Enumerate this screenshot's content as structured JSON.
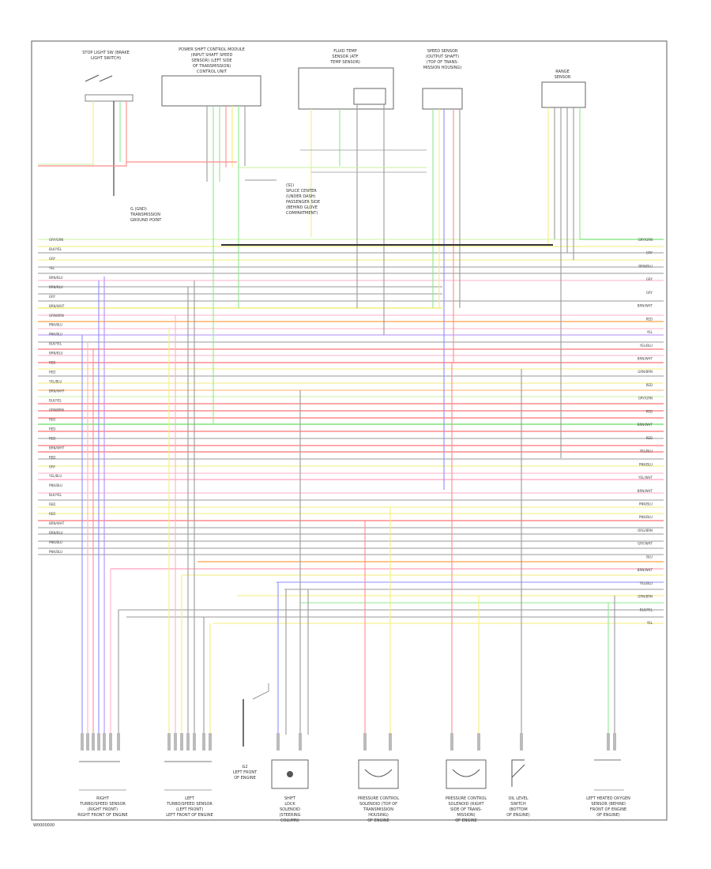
{
  "diagram": {
    "footer_code": "W0000000",
    "colors": {
      "yellow": "#f2ee7a",
      "red": "#ff8c8c",
      "green": "#8ee88e",
      "blue": "#8c8cff",
      "gray": "#999999",
      "black": "#333333",
      "orange": "#ffb066",
      "pink": "#ffb0c8",
      "lightgreen": "#c8f0a0",
      "violet": "#b08cff"
    },
    "top_components": [
      {
        "id": "brake-light-switch",
        "lines": [
          "STOP LIGHT SW (BRAKE",
          "LIGHT SWITCH)"
        ]
      },
      {
        "id": "powertrain-control-module",
        "lines": [
          "POWER SHIFT CONTROL MODULE",
          "(INPUT SHAFT SPEED",
          "SENSOR) (LEFT SIDE",
          "OF TRANSMISSION)",
          "CONTROL UNIT"
        ]
      },
      {
        "id": "fluid-temp-sensor",
        "lines": [
          "FLUID TEMP",
          "SENSOR (ATF",
          "TEMP SENSOR)"
        ]
      },
      {
        "id": "output-speed-sensor",
        "lines": [
          "SPEED SENSOR",
          "(OUTPUT SHAFT)",
          "(TOP OF TRANS-",
          "MISSION HOUSING)"
        ]
      },
      {
        "id": "range-sensor",
        "lines": [
          "RANGE",
          "SENSOR"
        ]
      }
    ],
    "notes": [
      {
        "id": "ground-note",
        "lines": [
          "G (GND)",
          "TRANSMISSION",
          "GROUND POINT"
        ]
      },
      {
        "id": "splice-note",
        "lines": [
          "(S1)",
          "SPLICE CENTER",
          "(UNDER DASH)",
          "PASSENGER SIDE",
          "(BEHIND GLOVE",
          "COMPARTMENT)"
        ]
      }
    ],
    "left_labels": [
      "GRY/GRN",
      "BLK/YEL",
      "GRY",
      "YEL",
      "BRN/BLU",
      "BRN/BLU",
      "GRY",
      "BRN/WHT",
      "GRN/BRN",
      "PNK/BLU",
      "PNK/BLU",
      "BLK/YEL",
      "BRN/BLU",
      "RED",
      "RED",
      "YEL/BLU",
      "BRN/WHT",
      "BLK/YEL",
      "GRN/BRN",
      "RED",
      "RED",
      "RED",
      "BRN/WHT",
      "RED",
      "GRY",
      "YEL/BLU",
      "PNK/BLU",
      "BLK/YEL",
      "RED",
      "RED",
      "BRN/WHT",
      "BRN/BLU",
      "PNK/BLU",
      "PNK/BLU"
    ],
    "right_labels": [
      "GRY/GRN",
      "GRY",
      "BRN/BLU",
      "GRY",
      "GRY",
      "BRN/WHT",
      "RED",
      "YEL",
      "YEL/BLU",
      "BRN/WHT",
      "GRN/BRN",
      "RED",
      "GRY/GRN",
      "RED",
      "BRN/WHT",
      "RED",
      "YEL/BLU",
      "PNK/BLU",
      "YEL/WHT",
      "BRN/WHT",
      "PNK/BLU",
      "PNK/BLU",
      "ORG/BRN",
      "GRY/WHT",
      "BLU",
      "BRN/WHT",
      "YEL/BLU",
      "GRN/BRN",
      "BLK/YEL",
      "YEL"
    ],
    "bottom_components": [
      {
        "id": "right-front-wheel-sensor",
        "lines": [
          "RIGHT",
          "TURBO/SPEED SENSOR",
          "(RIGHT FRONT)",
          "RIGHT FRONT OF ENGINE"
        ]
      },
      {
        "id": "left-front-wheel-sensor",
        "lines": [
          "LEFT",
          "TURBO/SPEED SENSOR",
          "(LEFT FRONT)",
          "LEFT FRONT OF ENGINE"
        ]
      },
      {
        "id": "ground-g2",
        "lines": [
          "G2",
          "LEFT FRONT",
          "OF ENGINE"
        ]
      },
      {
        "id": "shift-solenoid",
        "lines": [
          "SHIFT",
          "LOCK",
          "SOLENOID",
          "(STEERING",
          "COLUMN)"
        ]
      },
      {
        "id": "pressure-control-solenoid-a",
        "lines": [
          "PRESSURE CONTROL",
          "SOLENOID (TOP OF",
          "TRANSMISSION",
          "HOUSING)",
          "OF ENGINE"
        ]
      },
      {
        "id": "pressure-control-solenoid-b",
        "lines": [
          "PRESSURE CONTROL",
          "SOLENOID (RIGHT",
          "SIDE OF TRANS-",
          "MISSION)",
          "OF ENGINE"
        ]
      },
      {
        "id": "oil-level-switch",
        "lines": [
          "OIL LEVEL",
          "SWITCH",
          "(BOTTOM",
          "OF ENGINE)"
        ]
      },
      {
        "id": "left-oxygen-sensor",
        "lines": [
          "LEFT HEATED OXYGEN",
          "SENSOR (BEHIND",
          "FRONT OF ENGINE",
          "OF ENGINE)"
        ]
      }
    ]
  }
}
